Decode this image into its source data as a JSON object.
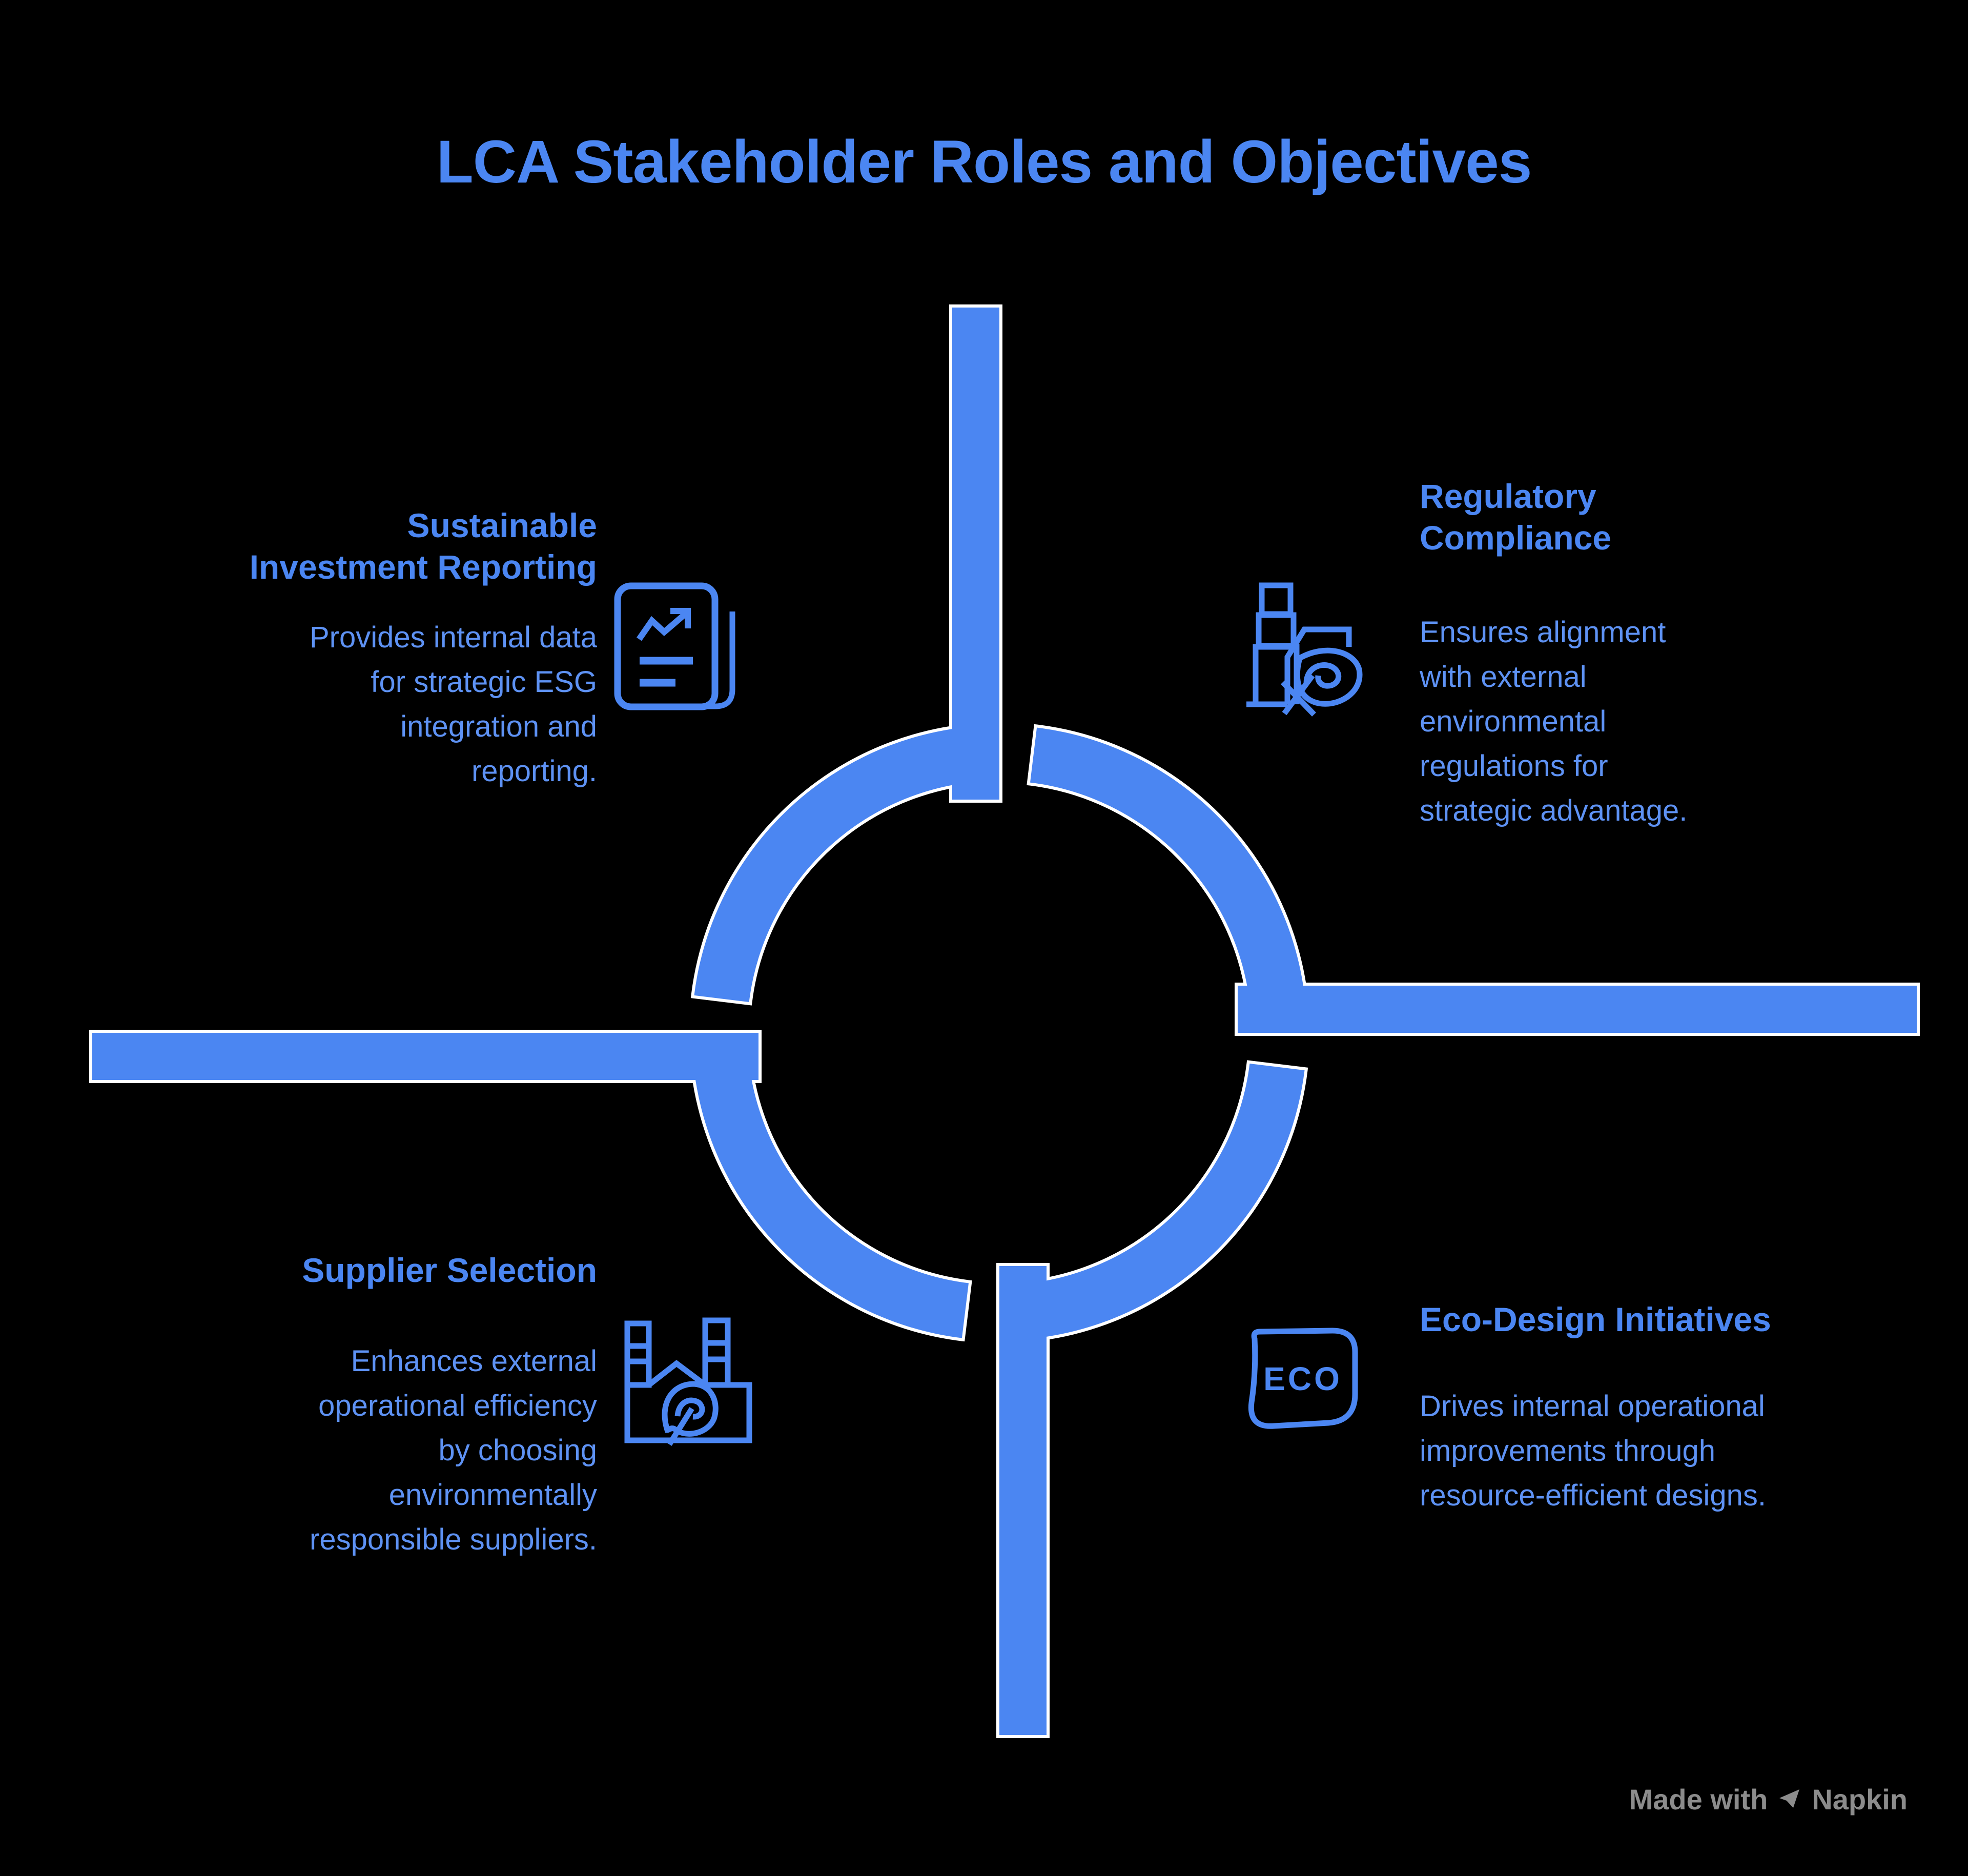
{
  "title": "LCA Stakeholder Roles and Objectives",
  "colors": {
    "accent": "#4B86F2",
    "body_text": "#5E92F4",
    "shape_outline": "#FFFFFF",
    "watermark_gray": "#8C8C8C",
    "background": "#000000"
  },
  "quadrants": {
    "top_left": {
      "heading": "Sustainable\nInvestment Reporting",
      "body": "Provides internal data\nfor strategic ESG\nintegration and\nreporting.",
      "icon": "report-trend-icon"
    },
    "top_right": {
      "heading": "Regulatory\nCompliance",
      "body": "Ensures alignment\nwith external\nenvironmental\nregulations for\nstrategic advantage.",
      "icon": "factory-leaf-icon"
    },
    "bottom_left": {
      "heading": "Supplier Selection",
      "body": "Enhances external\noperational efficiency\nby choosing\nenvironmentally\nresponsible suppliers.",
      "icon": "eco-factory-icon"
    },
    "bottom_right": {
      "heading": "Eco-Design Initiatives",
      "body": "Drives internal operational\nimprovements through\nresource-efficient designs.",
      "icon": "eco-badge-icon",
      "icon_label": "ECO"
    }
  },
  "watermark": {
    "prefix": "Made with",
    "brand": "Napkin"
  }
}
